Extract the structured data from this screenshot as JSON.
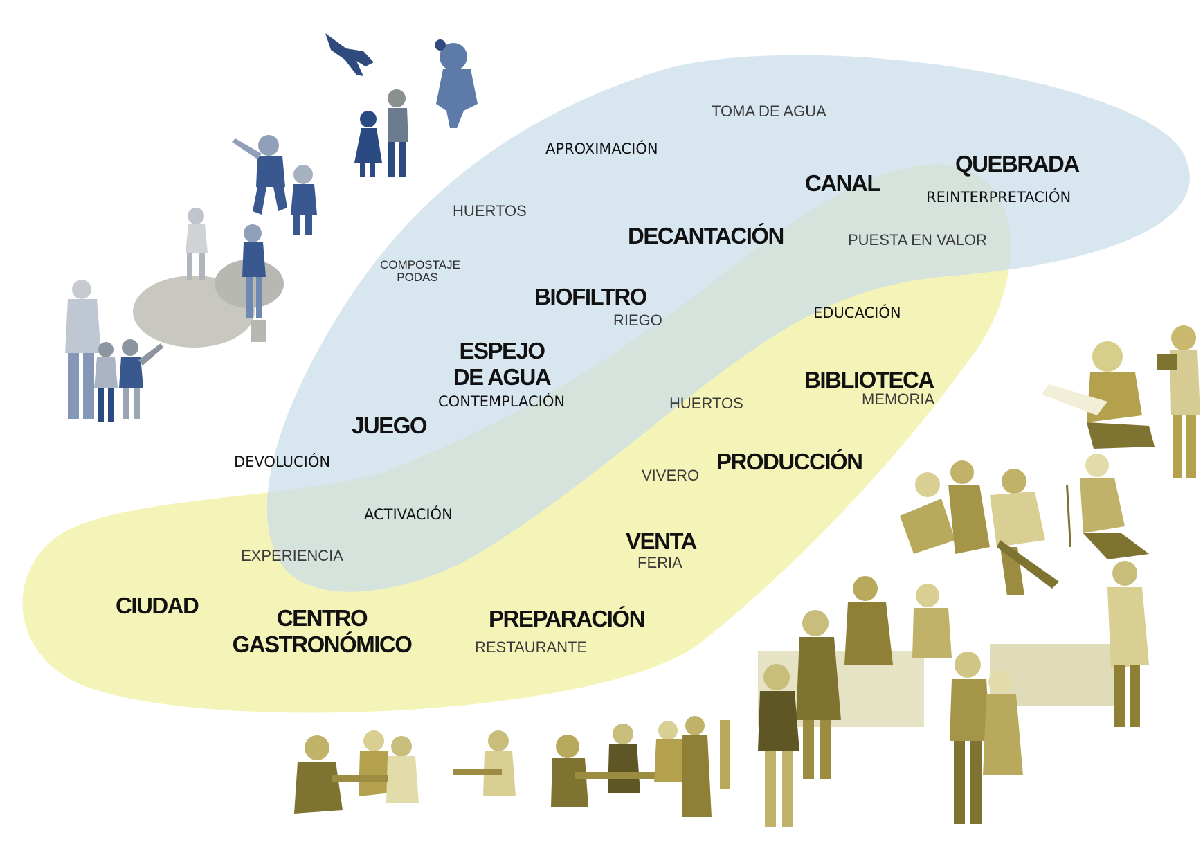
{
  "colors": {
    "blue_zone": "#c9dcea",
    "yellow_zone": "#f4f3b4",
    "blue_figures": "#2f4d83",
    "ochre_figures": "#b7a95a",
    "text": "#111111"
  },
  "labels": {
    "toma_de_agua": "TOMA DE AGUA",
    "aproximacion": "APROXIMACIÓN",
    "quebrada": "QUEBRADA",
    "canal": "CANAL",
    "reinterpretacion": "REINTERPRETACIÓN",
    "huertos_top": "HUERTOS",
    "decantacion": "DECANTACIÓN",
    "puesta_en_valor": "PUESTA EN VALOR",
    "compostaje": "COMPOSTAJE",
    "podas": "PODAS",
    "biofiltro": "BIOFILTRO",
    "riego": "RIEGO",
    "educacion": "EDUCACIÓN",
    "espejo": "ESPEJO",
    "de_agua": "DE AGUA",
    "biblioteca": "BIBLIOTECA",
    "memoria": "MEMORIA",
    "contemplacion": "CONTEMPLACIÓN",
    "huertos_mid": "HUERTOS",
    "juego": "JUEGO",
    "devolucion": "DEVOLUCIÓN",
    "vivero": "VIVERO",
    "produccion": "PRODUCCIÓN",
    "activacion": "ACTIVACIÓN",
    "venta": "VENTA",
    "feria": "FERIA",
    "experiencia": "EXPERIENCIA",
    "ciudad": "CIUDAD",
    "centro": "CENTRO",
    "gastronomico": "GASTRONÓMICO",
    "preparacion": "PREPARACIÓN",
    "restaurante": "RESTAURANTE"
  },
  "figures": [
    {
      "name": "bird-figure",
      "group": "blue"
    },
    {
      "name": "child-on-toes-figure",
      "group": "blue"
    },
    {
      "name": "two-children-figure",
      "group": "blue"
    },
    {
      "name": "jumping-children-figure",
      "group": "blue"
    },
    {
      "name": "children-on-rocks-figure",
      "group": "blue"
    },
    {
      "name": "grandfather-and-children-figure",
      "group": "blue"
    },
    {
      "name": "reading-child-figure",
      "group": "ochre"
    },
    {
      "name": "reading-man-figure",
      "group": "ochre"
    },
    {
      "name": "gardeners-figure",
      "group": "ochre"
    },
    {
      "name": "market-crowd-figure",
      "group": "ochre"
    },
    {
      "name": "cafe-tables-figure",
      "group": "ochre"
    }
  ]
}
